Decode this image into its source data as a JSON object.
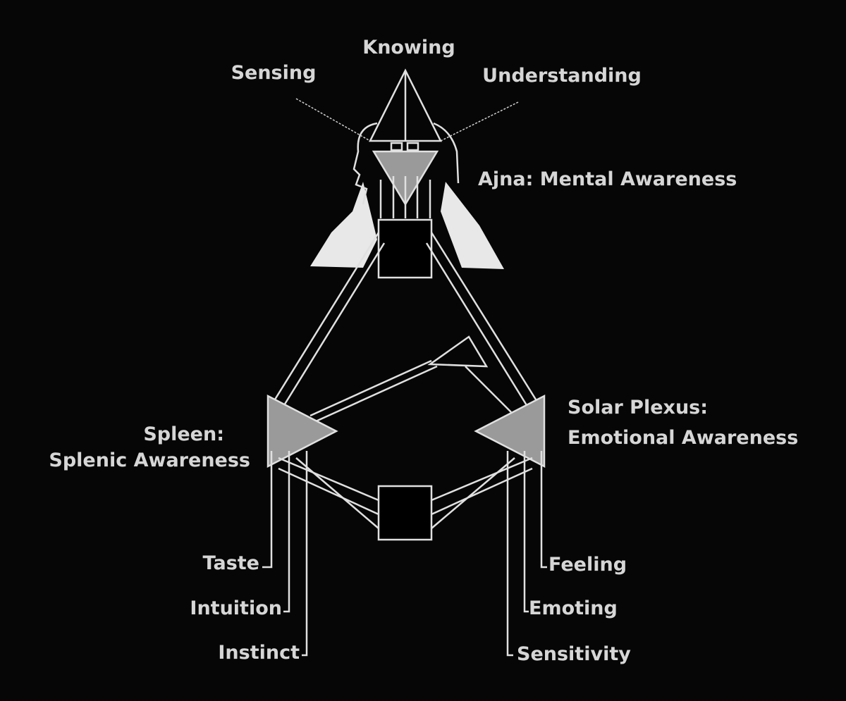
{
  "title_labels": {
    "knowing": "Knowing",
    "sensing": "Sensing",
    "understanding": "Understanding",
    "ajna": "Ajna: Mental Awareness",
    "spleen_line1": "Spleen:",
    "spleen_line2": "Splenic Awareness",
    "solar_line1": "Solar Plexus:",
    "solar_line2": "Emotional Awareness"
  },
  "spleen_streams": [
    "Taste",
    "Intuition",
    "Instinct"
  ],
  "solar_streams": [
    "Feeling",
    "Emoting",
    "Sensitivity"
  ],
  "colors": {
    "background": "#060606",
    "lines": "#e0e0e0",
    "fill_grey": "#9a9a9a",
    "wings": "#e8e8e8"
  }
}
